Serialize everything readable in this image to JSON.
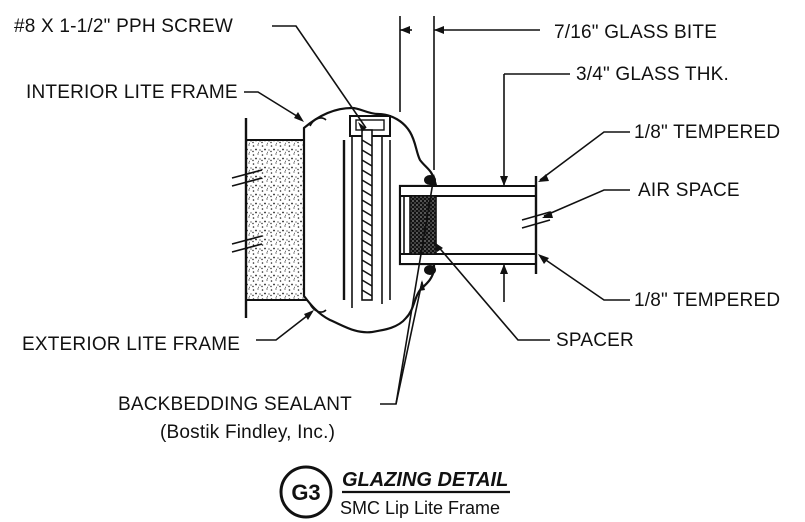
{
  "labels": {
    "screw": "#8 X 1-1/2\" PPH SCREW",
    "glass_bite": "7/16\" GLASS BITE",
    "glass_thk": "3/4\" GLASS THK.",
    "interior_frame": "INTERIOR LITE FRAME",
    "tempered_top": "1/8\" TEMPERED",
    "air_space": "AIR SPACE",
    "tempered_bottom": "1/8\" TEMPERED",
    "exterior_frame": "EXTERIOR LITE FRAME",
    "spacer": "SPACER",
    "sealant": "BACKBEDDING SEALANT",
    "sealant_maker": "(Bostik Findley, Inc.)"
  },
  "title_block": {
    "badge": "G3",
    "title": "GLAZING DETAIL",
    "subtitle": "SMC Lip Lite Frame"
  }
}
